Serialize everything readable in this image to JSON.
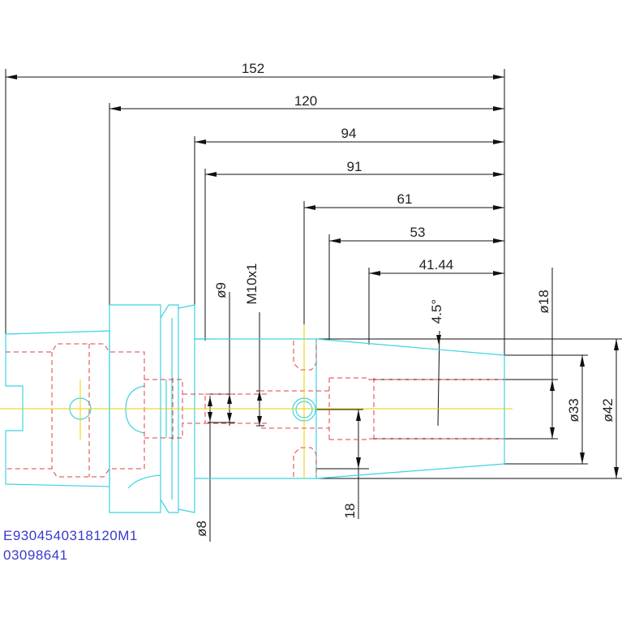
{
  "drawing": {
    "dimensions": {
      "len_152": "152",
      "len_120": "120",
      "len_94": "94",
      "len_91": "91",
      "len_61": "61",
      "len_53": "53",
      "len_41": "41.44",
      "dia_9": "ø9",
      "thread": "M10x1",
      "dia_8": "ø8",
      "dia_18": "ø18",
      "dia_33": "ø33",
      "dia_42": "ø42",
      "len_18": "18",
      "angle": "4.5°"
    },
    "part_code": "E9304540318120M1",
    "part_number": "03098641",
    "colors": {
      "body_outline": "#3fd3e0",
      "hidden_lines": "#e04040",
      "center_lines": "#e8d000",
      "dimension_lines": "#111111",
      "text_code": "#3a3acc"
    }
  }
}
